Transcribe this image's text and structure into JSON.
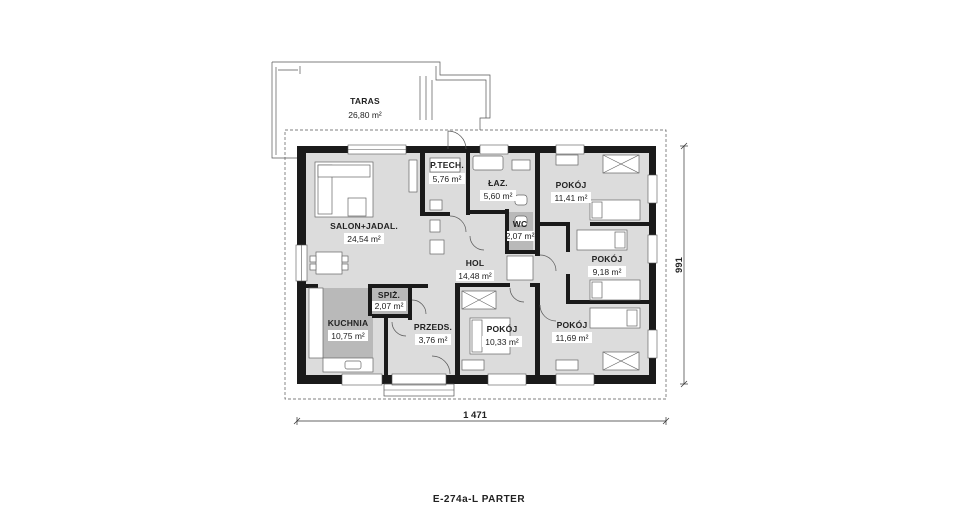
{
  "title": "E-274a-L PARTER",
  "dimensions": {
    "width": "1 471",
    "depth": "991"
  },
  "rooms": {
    "taras": {
      "name": "TARAS",
      "area": "26,80 m²"
    },
    "salon": {
      "name": "SALON+JADAL.",
      "area": "24,54 m²"
    },
    "ptech": {
      "name": "P.TECH.",
      "area": "5,76 m²"
    },
    "laz": {
      "name": "ŁAZ.",
      "area": "5,60 m²"
    },
    "wc": {
      "name": "WC",
      "area": "2,07 m²"
    },
    "hol": {
      "name": "HOL",
      "area": "14,48 m²"
    },
    "spiz": {
      "name": "SPIŻ.",
      "area": "2,07 m²"
    },
    "kuchnia": {
      "name": "KUCHNIA",
      "area": "10,75 m²"
    },
    "przeds": {
      "name": "PRZEDS.",
      "area": "3,76 m²"
    },
    "pokoj1": {
      "name": "POKÓJ",
      "area": "10,33 m²"
    },
    "pokoj2": {
      "name": "POKÓJ",
      "area": "11,41 m²"
    },
    "pokoj3": {
      "name": "POKÓJ",
      "area": "9,18 m²"
    },
    "pokoj4": {
      "name": "POKÓJ",
      "area": "11,69 m²"
    }
  },
  "colors": {
    "wall": "#1a1a1a",
    "floor": "#dcdcdc",
    "kitchen": "#b9b9b9",
    "background": "#ffffff"
  }
}
